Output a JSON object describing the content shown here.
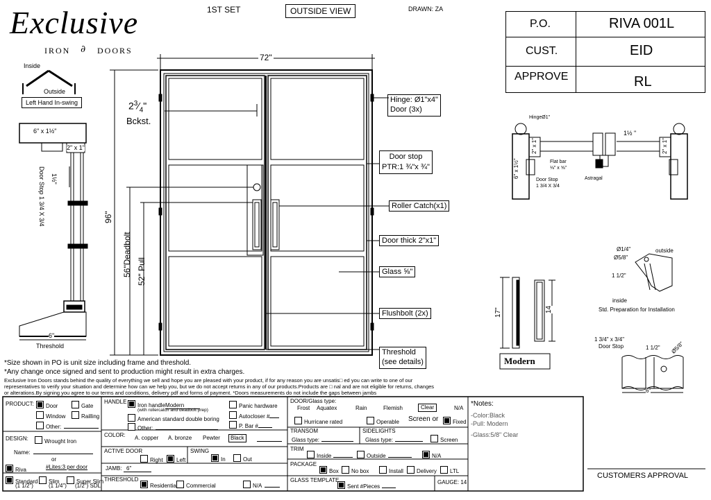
{
  "header": {
    "set": "1ST SET",
    "view": "OUTSIDE VIEW",
    "drawn": "DRAWN: ZA",
    "logo_main": "Exclusive",
    "logo_sub_left": "IRON",
    "logo_sub_right": "DOORS"
  },
  "info_table": {
    "rows": [
      {
        "label": "P.O.",
        "value": "RIVA 001L"
      },
      {
        "label": "CUST.",
        "value": "EID"
      },
      {
        "label": "APPROVE",
        "value": "RL"
      }
    ]
  },
  "swing_diagram": {
    "inside": "Inside",
    "outside": "Outside",
    "caption": "Left Hand In-swing"
  },
  "door_drawing": {
    "width": "72\"",
    "height": "96\"",
    "deadbolt": "56\"Deadbolt",
    "pull": "52\" Pull",
    "backset_whole": "2",
    "backset_num": "3",
    "backset_den": "4",
    "backset_unit": "\"",
    "backset_label": "Bckst.",
    "callouts": {
      "hinge": "Hinge: Ø1\"x4\"",
      "hinge2": "Door (3x)",
      "door_stop": "Door stop",
      "ptr": "PTR:1 ¾\"x ¾\"",
      "roller": "Roller Catch(x1)",
      "thick": "Door thick 2\"x1\"",
      "glass": "Glass ⅝\"",
      "flushbolt": "Flushbolt (2x)",
      "threshold": "Threshold",
      "threshold2": "(see details)"
    }
  },
  "section_detail": {
    "top": "6\" x 1½\"",
    "tube": "2\" x 1\"",
    "spacing": "1½\"",
    "stop": "Door Stop 1 3/4 X 3/4",
    "bottom": "6\"",
    "threshold": "Threshold"
  },
  "plan_detail": {
    "hinge": "HingeØ1\"",
    "flat_bar": "Flat bar",
    "flat_bar2": "⅛\" x ⅝\"",
    "door_stop": "Door Stop",
    "door_stop2": "1 3/4 X 3/4",
    "astragal": "Astragal",
    "tube_left": "2\" x 1\"",
    "tube_right": "2\" x 1\"",
    "jamb": "6\" x 1½\"",
    "dim": "1½ \""
  },
  "prep_detail": {
    "d1": "Ø1/4\"",
    "d2": "Ø5/8\"",
    "outside": "outside",
    "d3": "1 1/2\"",
    "inside": "inside",
    "caption": "Std. Preparation for Installation"
  },
  "pull_detail": {
    "h1": "17\"",
    "h2": "14",
    "label": "Modern"
  },
  "stop_detail": {
    "l1": "1 3/4\" x 3/4\"",
    "l2": "Door Stop",
    "w": "1 1/2\"",
    "d": "Ø5/8\"",
    "bottom": "6\""
  },
  "notes": [
    "*Size shown in PO is unit size including frame and threshold.",
    "*Any change once signed and sent to production might result in extra charges."
  ],
  "disclaimer": [
    "Exclusive Iron Doors stands behind the quality of everything we sell and hope you are pleased with your product, if for any reason you are unsatis□ ed you can write to one of our",
    "representatives to verify your situation and determine how can we help you, but we do not accept returns in any of our products.Products are □ nal and are not eligible for returns, changes",
    "or alterations.By signing you agree to our terms and conditions, delivery pdf and forms of payment. *Doors measurements do not include the gaps between jambs"
  ],
  "form": {
    "product": "PRODUCT:",
    "door": "Door",
    "gate": "Gate",
    "window": "Window",
    "railling": "Railling",
    "other": "Other:",
    "handle": "HANDLE",
    "iron_handle": "Iron handle",
    "iron_handle_val": "Modern",
    "handle_note": "(with rollercatch and deadbolt prep)",
    "american": "American standard double boring",
    "h_other": "Other:",
    "panic": "Panic hardware",
    "autocloser": "Autocloser #",
    "pbar": "P. Bar #",
    "door_glass": "DOOR/Glass type:",
    "frost": "Frost",
    "aquatex": "Aquatex",
    "rain": "Rain",
    "flemish": "Flemish",
    "clear": "Clear",
    "na": "N/A",
    "hurricane": "Hurricane rated",
    "operable": "Operable",
    "screen_or": "Screen or",
    "fixed": "Fixed",
    "notes_title": "*Notes:",
    "notes": [
      "-Color:Black",
      "-Pull: Modern",
      "-Glass:5/8\" Clear"
    ],
    "design": "DESIGN:",
    "wrought": "Wrought Iron",
    "name": "Name:",
    "or": "or",
    "riva": "Riva",
    "lites": "#Lites:3 per door",
    "color": "COLOR:",
    "copper": "A. copper",
    "bronze": "A. bronze",
    "pewter": "Pewter",
    "black": "Black",
    "transom": "TRANSOM",
    "transom_glass": "Glass type:",
    "sidelights": "SIDELIGHTS",
    "side_glass": "Glass type:",
    "screen": "Screen",
    "active": "ACTIVE DOOR",
    "right": "Right",
    "left": "Left",
    "swing": "SWING",
    "in": "In",
    "out": "Out",
    "trim": "TRIM",
    "inside": "Inside",
    "outside": "Outside",
    "trim_na": "N/A",
    "jamb": "JAMB:",
    "jamb_val": "6\"",
    "package": "PACKAGE",
    "box": "Box",
    "nobox": "No box",
    "install": "Install",
    "delivery": "Delivery",
    "ltl": "LTL",
    "standard": "Standard",
    "standard2": "(1 1/2\")",
    "slim": "Slim",
    "slim2": "(1 1/4\")",
    "superslim": "Super Slim",
    "superslim2": "(1/2\") SDL",
    "threshold": "THRESHOLD",
    "residential": "Residential",
    "commercial": "Commercial",
    "th_na": "N/A",
    "glass_template": "GLASS TEMPLATE",
    "sent": "Sent #Pieces",
    "gauge": "GAUGE: 14",
    "approval": "CUSTOMERS APPROVAL"
  }
}
